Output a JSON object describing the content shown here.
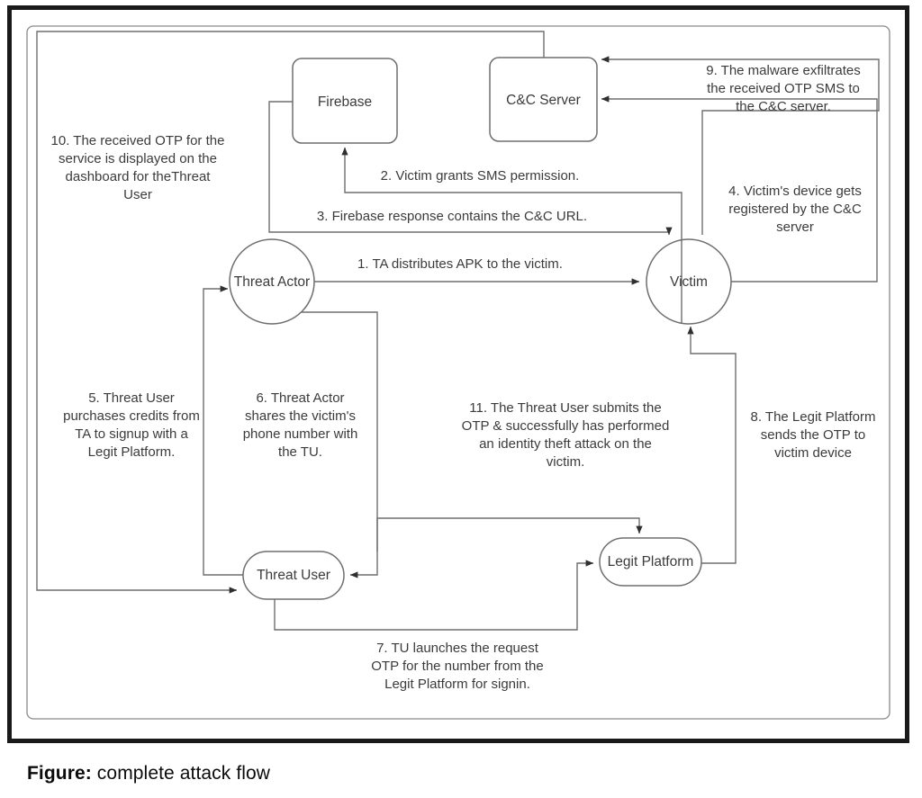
{
  "figure": {
    "caption_label": "Figure:",
    "caption_text": " complete attack flow"
  },
  "diagram": {
    "title": "complete attack flow",
    "type": "flow-diagram",
    "stroke_color": "#5a5a5a",
    "text_color": "#3b3b3b",
    "frame_color": "#1a1a1a",
    "background": "#ffffff"
  },
  "nodes": [
    {
      "id": "firebase",
      "label": "Firebase",
      "shape": "rounded-rect"
    },
    {
      "id": "cnc-server",
      "label": "C&C Server",
      "shape": "rounded-rect"
    },
    {
      "id": "threat-actor",
      "label": "Threat Actor",
      "shape": "circle"
    },
    {
      "id": "victim",
      "label": "Victim",
      "shape": "circle"
    },
    {
      "id": "threat-user",
      "label": "Threat User",
      "shape": "pill"
    },
    {
      "id": "legit-platform",
      "label": "Legit Platform",
      "shape": "pill"
    }
  ],
  "flows": [
    {
      "step": 1,
      "id": "flow-1",
      "from": "threat-actor",
      "to": "victim",
      "text": "1. TA distributes APK to the victim."
    },
    {
      "step": 2,
      "id": "flow-2",
      "from": "victim",
      "to": "firebase",
      "text": "2. Victim grants SMS permission."
    },
    {
      "step": 3,
      "id": "flow-3",
      "from": "firebase",
      "to": "victim",
      "text": "3. Firebase response contains the C&C URL."
    },
    {
      "step": 4,
      "id": "flow-4",
      "from": "victim",
      "to": "cnc-server",
      "lines": [
        "4. Victim's device gets",
        "registered by the C&C",
        "server"
      ]
    },
    {
      "step": 5,
      "id": "flow-5",
      "from": "threat-user",
      "to": "threat-actor",
      "lines": [
        "5. Threat User",
        "purchases credits from",
        "TA to signup with a",
        "Legit Platform."
      ]
    },
    {
      "step": 6,
      "id": "flow-6",
      "from": "threat-actor",
      "to": "threat-user",
      "lines": [
        "6. Threat Actor",
        "shares the victim's",
        "phone number with",
        "the TU."
      ]
    },
    {
      "step": 7,
      "id": "flow-7",
      "from": "threat-user",
      "to": "legit-platform",
      "lines": [
        "7. TU launches the request",
        "OTP for the number from the",
        "Legit Platform for signin."
      ]
    },
    {
      "step": 8,
      "id": "flow-8",
      "from": "legit-platform",
      "to": "victim",
      "lines": [
        "8. The Legit Platform",
        "sends the OTP to",
        "victim device"
      ]
    },
    {
      "step": 9,
      "id": "flow-9",
      "from": "victim",
      "to": "cnc-server",
      "lines": [
        "9. The malware exfiltrates",
        "the received OTP SMS to",
        "the C&C server."
      ]
    },
    {
      "step": 10,
      "id": "flow-10",
      "from": "cnc-server",
      "to": "threat-user",
      "lines": [
        "10. The received OTP for the",
        "service is displayed on the",
        "dashboard for theThreat",
        "User"
      ]
    },
    {
      "step": 11,
      "id": "flow-11",
      "from": "threat-user",
      "to": "legit-platform",
      "lines": [
        "11. The Threat User submits the",
        "OTP & successfully has performed",
        "an identity theft attack on the",
        "victim."
      ]
    }
  ]
}
